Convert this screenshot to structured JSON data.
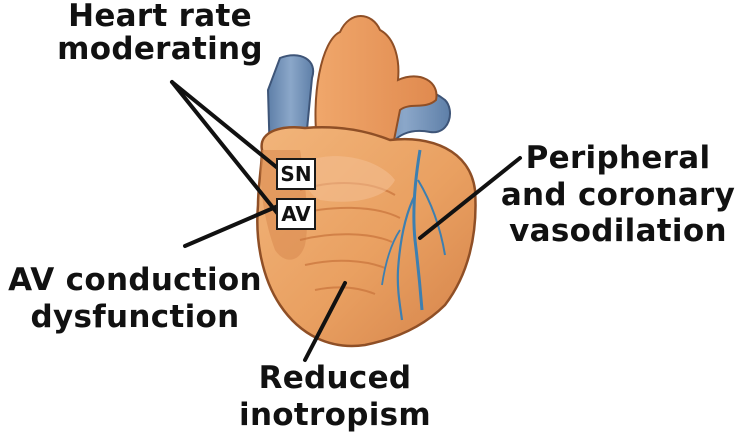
{
  "labels": {
    "heart_rate": [
      "Heart rate",
      "moderating"
    ],
    "av_conduction": [
      "AV conduction",
      "dysfunction"
    ],
    "peripheral": [
      "Peripheral",
      "and coronary",
      "vasodilation"
    ],
    "inotropism": [
      "Reduced",
      "inotropism"
    ]
  },
  "boxes": {
    "sn": "SN",
    "av": "AV"
  },
  "colors": {
    "heart_orange": "#E9A061",
    "heart_dark": "#C9753D",
    "vessel_blue": "#6F8FB5",
    "coronary_blue": "#3D7FB0",
    "line_black": "#111111"
  }
}
